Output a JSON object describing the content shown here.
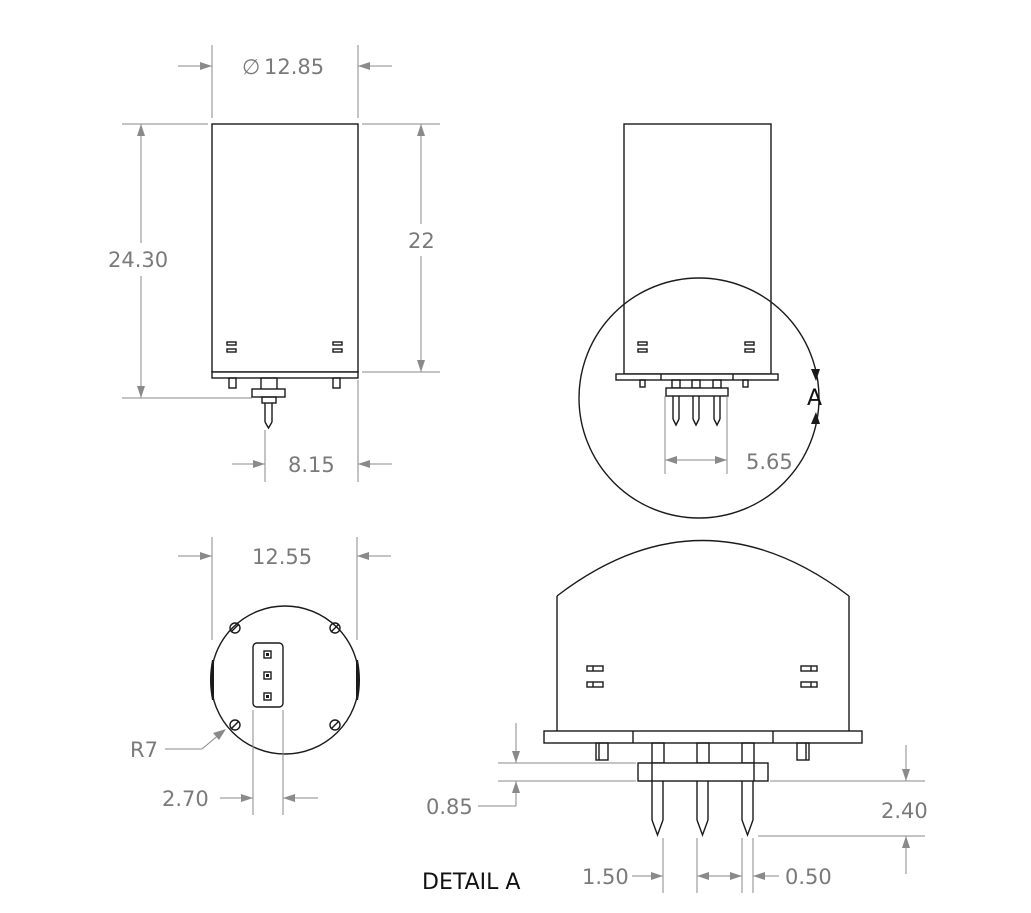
{
  "colors": {
    "object_line": "#1a1a1a",
    "dimension": "#8a8a8a",
    "background": "#ffffff"
  },
  "dimensions": {
    "diameter_symbol": "∅",
    "front_diameter": "12.85",
    "front_overall_height": "24.30",
    "front_body_height": "22",
    "front_pin_offset": "8.15",
    "side_detail_circle": "5.65",
    "bottom_width": "12.55",
    "bottom_radius": "R7",
    "bottom_pad_width": "2.70",
    "detail_gap": "0.85",
    "detail_pin_length": "2.40",
    "detail_pin_pitch": "1.50",
    "detail_pin_dia": "0.50"
  },
  "labels": {
    "detail_callout": "A",
    "detail_title": "DETAIL A"
  }
}
